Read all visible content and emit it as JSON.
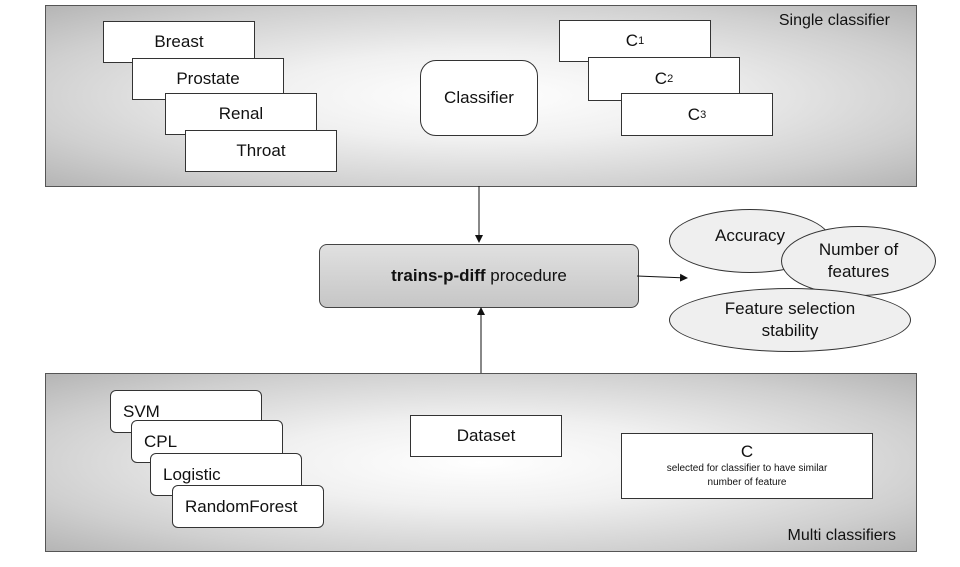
{
  "top_panel": {
    "title": "Single classifier",
    "datasets": [
      "Breast",
      "Prostate",
      "Renal",
      "Throat"
    ],
    "center": "Classifier",
    "c_items": [
      {
        "base": "C",
        "sub": "1"
      },
      {
        "base": "C",
        "sub": "2"
      },
      {
        "base": "C",
        "sub": "3"
      }
    ]
  },
  "procedure": {
    "name_bold": "trains-p-diff",
    "name_rest": " procedure"
  },
  "outputs": {
    "accuracy": "Accuracy",
    "num_features_1": "Number of",
    "num_features_2": "features",
    "stability_1": "Feature selection",
    "stability_2": "stability"
  },
  "bottom_panel": {
    "title": "Multi classifiers",
    "classifiers": [
      "SVM",
      "CPL",
      "Logistic",
      "RandomForest"
    ],
    "center": "Dataset",
    "c_label": "C",
    "c_note_1": "selected for classifier to have similar",
    "c_note_2": "number of feature"
  }
}
